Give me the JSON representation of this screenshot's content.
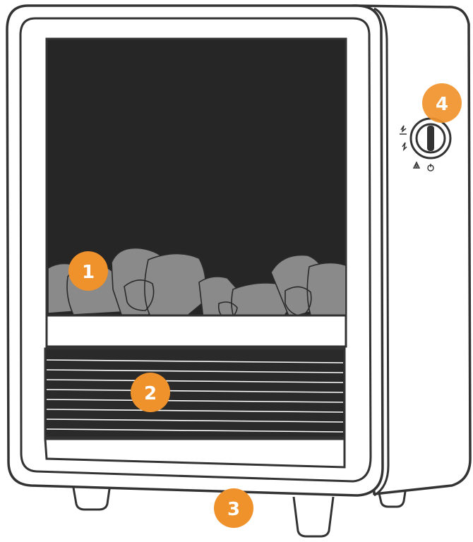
{
  "callouts": [
    {
      "label": "1"
    },
    {
      "label": "2"
    },
    {
      "label": "3"
    },
    {
      "label": "4"
    }
  ],
  "colors": {
    "callout": "#F0922B",
    "outline": "#333333",
    "screen": "#262626",
    "stones": "#8A8A8A",
    "grille": "#2A2A2A"
  },
  "icons": [
    "flame-heat-high-icon",
    "flame-heat-low-icon",
    "fan-icon",
    "power-icon"
  ]
}
